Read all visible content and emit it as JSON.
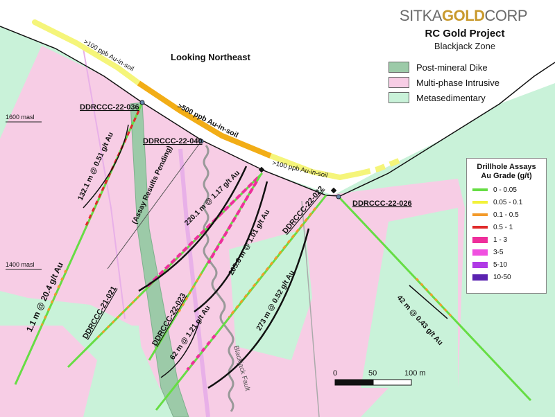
{
  "company": {
    "name_left": "SITKA",
    "name_gold": "GOLD",
    "name_right": "CORP"
  },
  "project_title": "RC Gold Project",
  "zone_name": "Blackjack Zone",
  "view_label": "Looking Northeast",
  "legend_units": [
    {
      "label": "Post-mineral Dike",
      "color": "#9ccaa8"
    },
    {
      "label": "Multi-phase Intrusive",
      "color": "#f7cde5"
    },
    {
      "label": "Metasedimentary",
      "color": "#c9f2d9"
    }
  ],
  "assay_legend": {
    "title_line1": "Drillhole Assays",
    "title_line2": "Au Grade (g/t)",
    "items": [
      {
        "label": "0 - 0.05",
        "color": "#66dd44"
      },
      {
        "label": "0.05 - 0.1",
        "color": "#f2f23a"
      },
      {
        "label": "0.1 - 0.5",
        "color": "#f39a2a"
      },
      {
        "label": "0.5 - 1",
        "color": "#e02a2a"
      },
      {
        "label": "1 - 3",
        "color": "#ee2e9b"
      },
      {
        "label": "3-5",
        "color": "#f050e0"
      },
      {
        "label": "5-10",
        "color": "#b03ae6"
      },
      {
        "label": "10-50",
        "color": "#5a22b0"
      }
    ]
  },
  "elevations": [
    {
      "label": "1600 masl"
    },
    {
      "label": "1400 masl"
    }
  ],
  "soil_labels": {
    "left_100": ">100 ppb Au-in-soil",
    "mid_500": ">500  ppb Au-in-soil",
    "right_100": ">100 ppb Au-in-soil"
  },
  "drillholes": [
    {
      "name": "DDRCCC-22-036"
    },
    {
      "name": "DDRCCC-22-040"
    },
    {
      "name": "DDRCCC-21-021"
    },
    {
      "name": "DDRCCC-22-023"
    },
    {
      "name": "DDRCCC-22-022"
    },
    {
      "name": "DDRCCC-22-026"
    }
  ],
  "intercepts": [
    {
      "text": "132.1 m @ 0.51 g/t Au"
    },
    {
      "text": "1.1 m @ 20.4 g/t Au"
    },
    {
      "text": "220.1 m @ 1.17 g/t Au"
    },
    {
      "text": "205.8 m @ 1.01 g/t Au"
    },
    {
      "text": "62 m @ 1.21 g/t Au"
    },
    {
      "text": "273 m @ 0.52 g/t Au"
    },
    {
      "text": "42 m @ 0.43 g/t Au"
    }
  ],
  "pending_label": "(Assay Results Pending)",
  "fault_label": "Blackjack Fault",
  "scale_bar": {
    "ticks": [
      "0",
      "50",
      "100 m"
    ]
  }
}
